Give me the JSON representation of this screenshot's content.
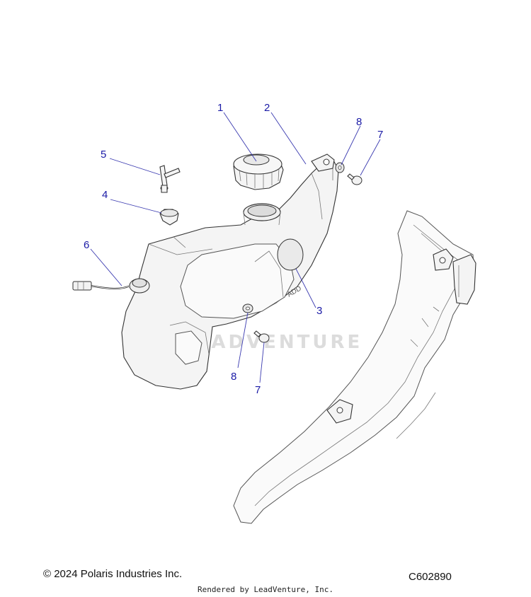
{
  "callouts": {
    "c1": "1",
    "c2": "2",
    "c3": "3",
    "c4": "4",
    "c5": "5",
    "c6": "6",
    "c7_top": "7",
    "c8_top": "8",
    "c7_bottom": "7",
    "c8_bottom": "8"
  },
  "tank_embossing": "ADD",
  "watermark": "LEADVENTURE",
  "footer": {
    "copyright": "© 2024 Polaris Industries Inc.",
    "diagram_code": "C602890",
    "rendered_by": "Rendered by LeadVenture, Inc."
  },
  "colors": {
    "callout": "#1a1aa6",
    "leader": "#3a3ab0",
    "line_art": "#333333"
  }
}
